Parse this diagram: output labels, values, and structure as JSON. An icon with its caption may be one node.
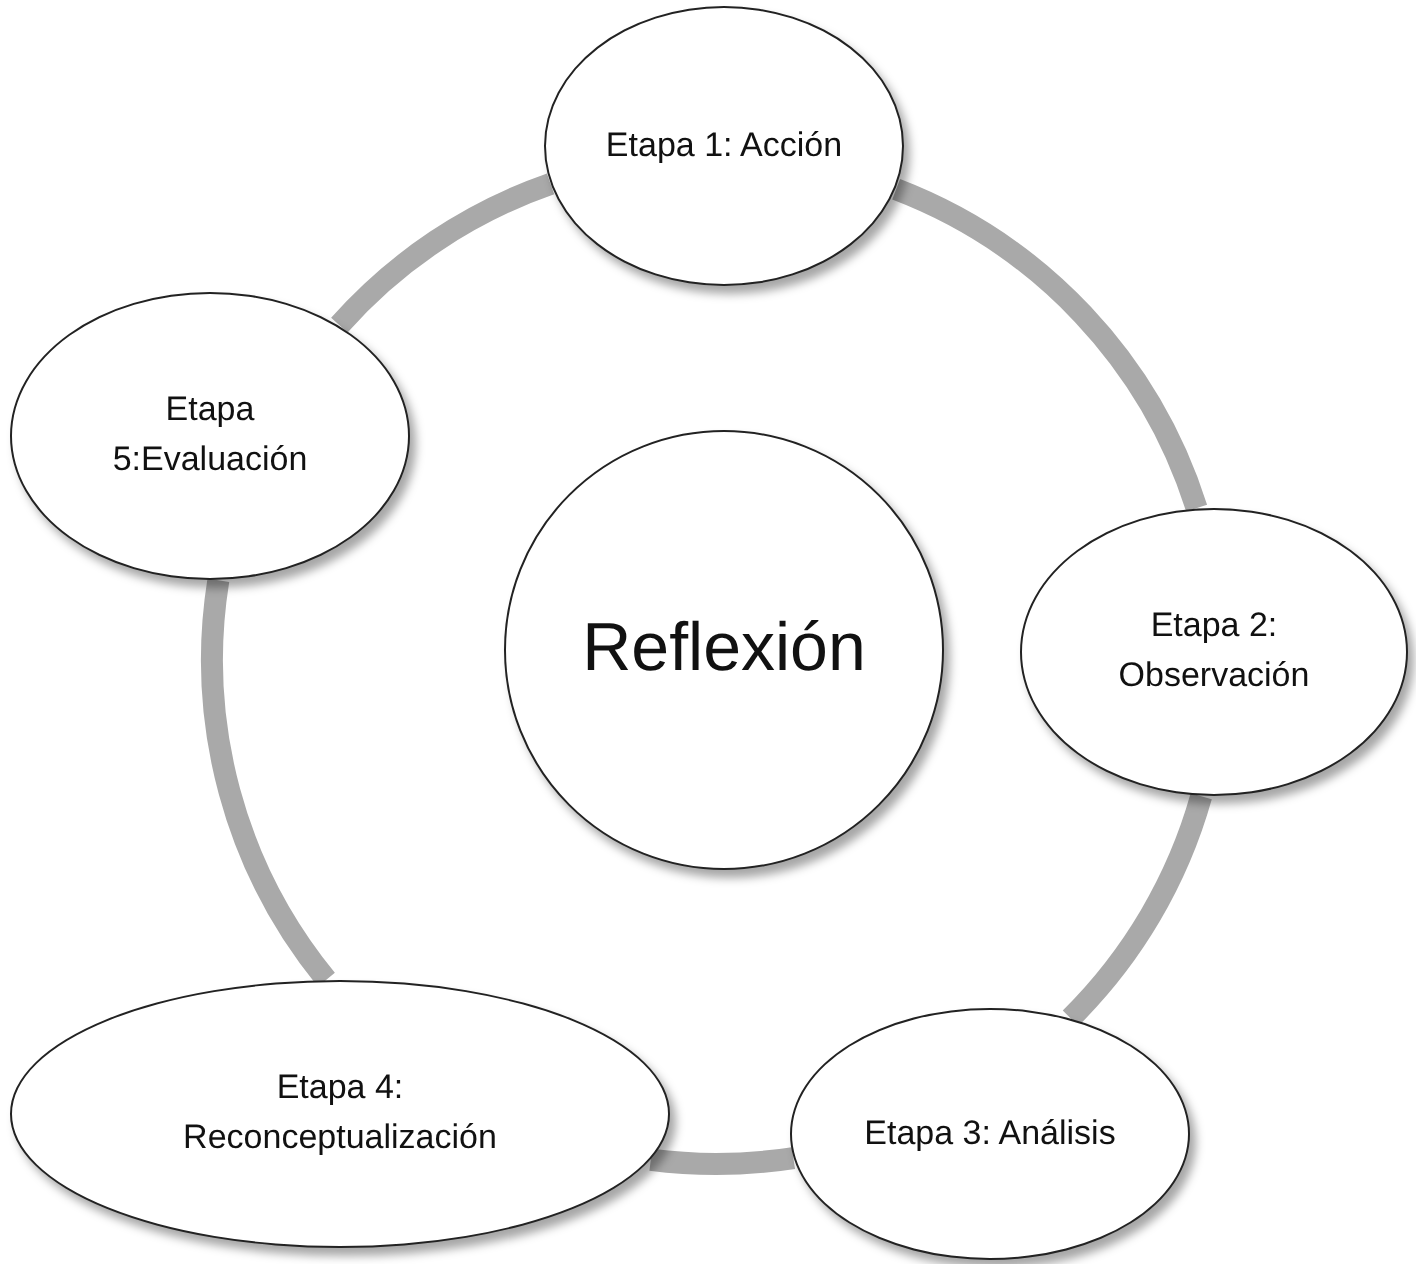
{
  "diagram": {
    "nodes": [
      {
        "text": [
          "Etapa 1: Acción"
        ]
      },
      {
        "text": [
          "Etapa 2: Observación"
        ]
      },
      {
        "text": [
          "Etapa 3: Análisis"
        ]
      },
      {
        "text": [
          "Etapa 4: Reconceptualización"
        ]
      },
      {
        "text": [
          "Etapa 5:Evaluación"
        ]
      },
      {
        "text": [
          "Reflexión"
        ]
      }
    ],
    "edges": [
      {
        "from": 0,
        "to": 1,
        "arrow": "none"
      },
      {
        "from": 1,
        "to": 2,
        "arrow": "none"
      },
      {
        "from": 2,
        "to": 3,
        "arrow": "none"
      },
      {
        "from": 3,
        "to": 4,
        "arrow": "none"
      },
      {
        "from": 4,
        "to": 0,
        "arrow": "none"
      }
    ]
  }
}
